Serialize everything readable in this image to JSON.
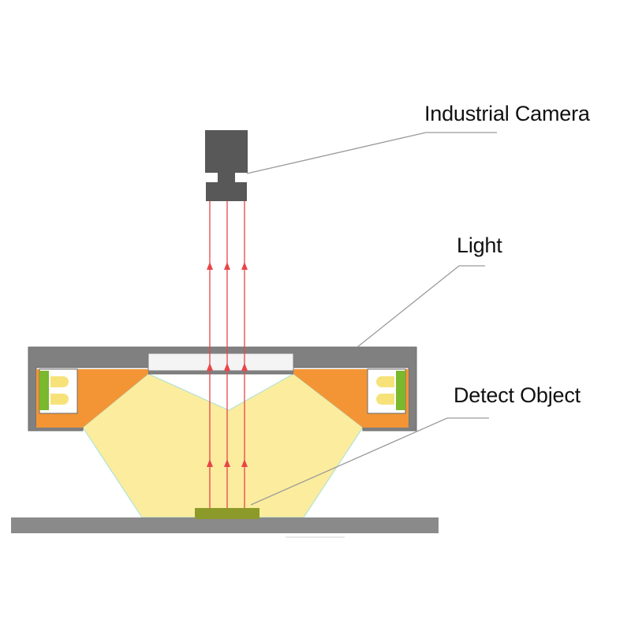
{
  "labels": {
    "camera": "Industrial Camera",
    "light": "Light",
    "object": "Detect Object"
  },
  "colors": {
    "housing": "#808080",
    "housing_stroke": "#6a6a6a",
    "orange": "#f39535",
    "led_green": "#7ab82e",
    "led_yellow": "#f7e27a",
    "light_cone": "#fbec9e",
    "light_cone_edge": "#a8e0d8",
    "ray": "#e8454a",
    "stage": "#8a8a8a",
    "object": "#8c9a2a",
    "leader": "#9a9a9a",
    "diffuser": "#f4f4f4"
  },
  "icons": {
    "camera": "industrial-camera-icon",
    "light": "ring-light-icon"
  }
}
